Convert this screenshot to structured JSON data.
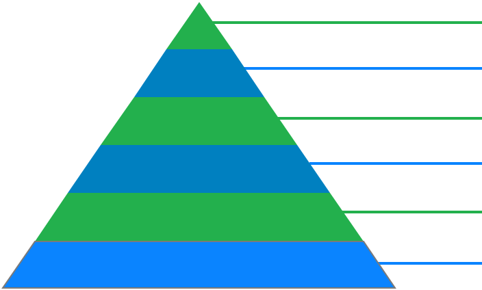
{
  "diagram": {
    "type": "pyramid",
    "levels": [
      {
        "level": 1,
        "color": "#23b04d"
      },
      {
        "level": 2,
        "color": "#0080c0"
      },
      {
        "level": 3,
        "color": "#23b04d"
      },
      {
        "level": 4,
        "color": "#0080c0"
      },
      {
        "level": 5,
        "color": "#23b04d"
      },
      {
        "level": 6,
        "color": "#0a84ff"
      }
    ],
    "leader_line_colors": [
      "#23b04d",
      "#0a84ff",
      "#23b04d",
      "#0a84ff",
      "#23b04d",
      "#0a84ff"
    ],
    "outline_color": "#7a7a7a"
  }
}
